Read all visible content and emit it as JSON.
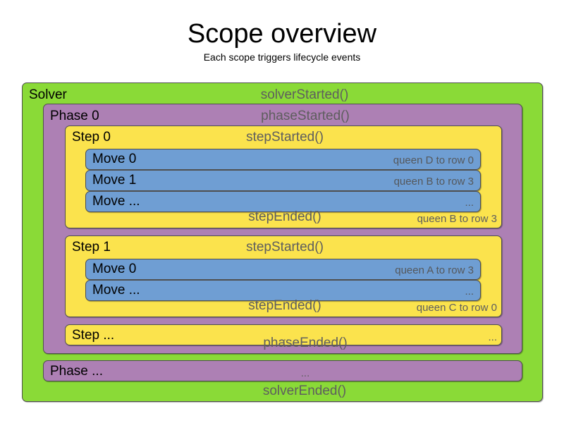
{
  "heading": {
    "title": "Scope overview",
    "subtitle": "Each scope triggers lifecycle events"
  },
  "colors": {
    "solver": "#8ada37",
    "phase": "#ad80b4",
    "step": "#fbe34d",
    "move": "#6f9ed3",
    "border": "#4f4f4f",
    "event_text": "#5e5e5e",
    "label_text": "#000000",
    "background": "#ffffff"
  },
  "solver": {
    "label": "Solver",
    "started_event": "solverStarted()",
    "ended_event": "solverEnded()"
  },
  "phase0": {
    "label": "Phase 0",
    "started_event": "phaseStarted()",
    "ended_event": "phaseEnded()"
  },
  "step0": {
    "label": "Step 0",
    "started_event": "stepStarted()",
    "ended_event": "stepEnded()",
    "ended_note": "queen B to row 3",
    "moves": [
      {
        "label": "Move 0",
        "note": "queen D to row 0"
      },
      {
        "label": "Move 1",
        "note": "queen B to row 3"
      },
      {
        "label": "Move ...",
        "note": "..."
      }
    ]
  },
  "step1": {
    "label": "Step 1",
    "started_event": "stepStarted()",
    "ended_event": "stepEnded()",
    "ended_note": "queen C to row 0",
    "moves": [
      {
        "label": "Move 0",
        "note": "queen A to row 3"
      },
      {
        "label": "Move ...",
        "note": "..."
      }
    ]
  },
  "step_collapsed": {
    "label": "Step ...",
    "center": "...",
    "note": "..."
  },
  "phase_collapsed": {
    "label": "Phase ...",
    "center": "..."
  }
}
